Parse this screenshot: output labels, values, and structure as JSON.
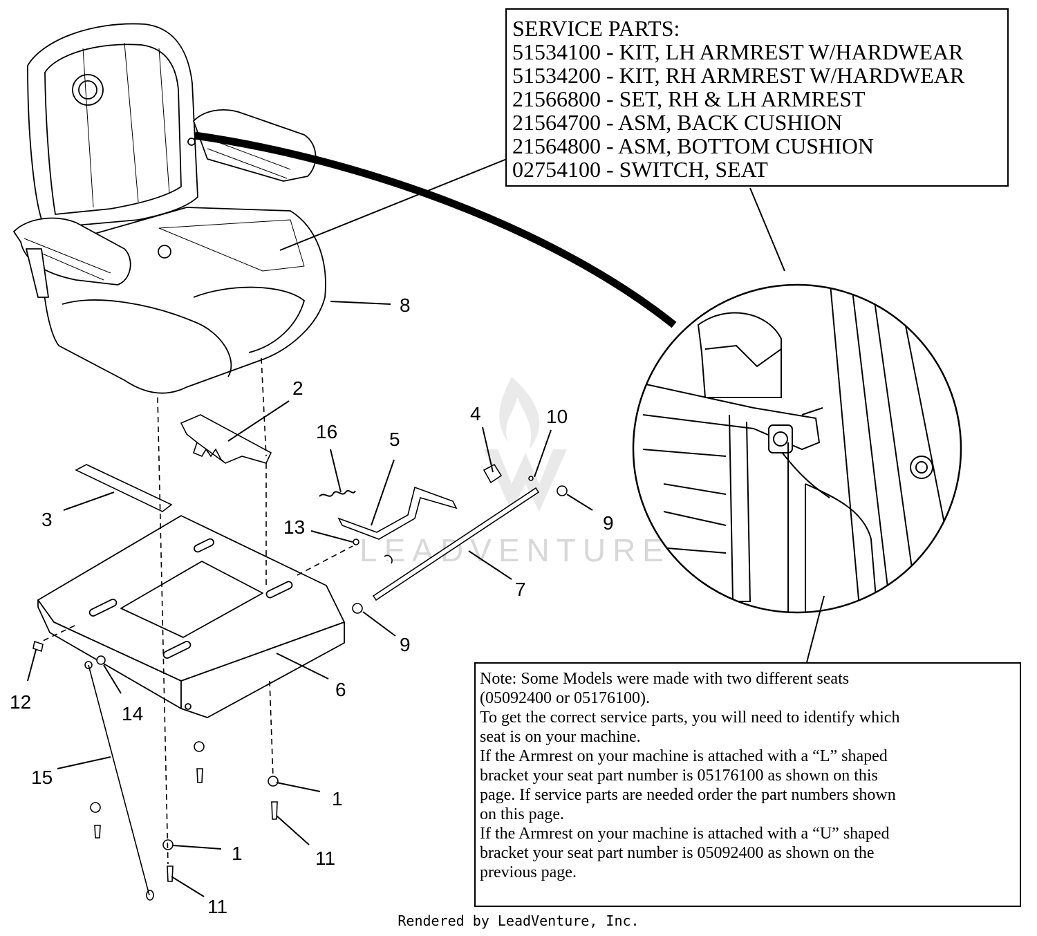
{
  "service_parts": {
    "title": "SERVICE PARTS:",
    "items": [
      "51534100 - KIT, LH ARMREST W/HARDWEAR",
      "51534200 - KIT, RH ARMREST W/HARDWEAR",
      "21566800 - SET, RH & LH ARMREST",
      "21564700 - ASM, BACK CUSHION",
      "21564800 - ASM, BOTTOM CUSHION",
      "02754100 - SWITCH, SEAT"
    ]
  },
  "note": {
    "lines": [
      "Note: Some Models were made with two different seats",
      "(05092400 or 05176100).",
      "To get the correct service parts, you will need to identify which",
      "seat is on your machine.",
      "If the Armrest on your machine is attached with a “L” shaped",
      "bracket your seat part number is 05176100 as shown on this",
      "page. If service parts are needed order the part numbers shown",
      "on this page.",
      "If the Armrest on your machine is attached with a “U” shaped",
      "bracket your seat part number is 05092400 as shown on the",
      "previous page."
    ]
  },
  "callouts": [
    "8",
    "2",
    "16",
    "5",
    "4",
    "10",
    "3",
    "13",
    "9",
    "7",
    "9",
    "12",
    "14",
    "6",
    "15",
    "1",
    "1",
    "11",
    "11"
  ],
  "watermark": "LEADVENTURE",
  "footer": "Rendered by LeadVenture, Inc."
}
